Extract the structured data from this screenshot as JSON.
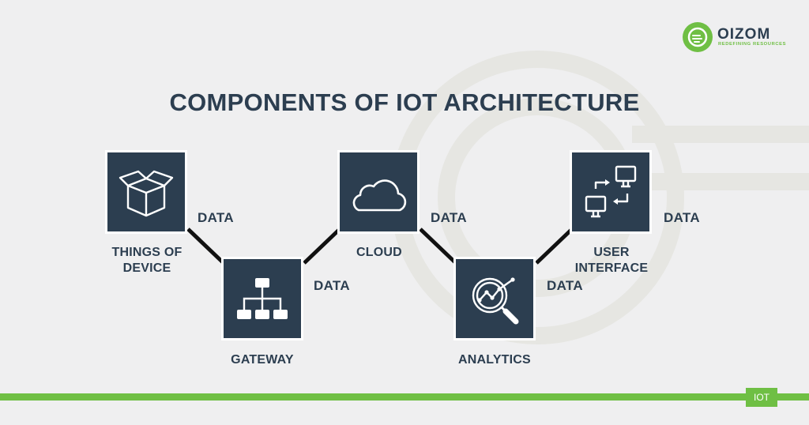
{
  "logo": {
    "name": "OIZOM",
    "tagline": "REDEFINING RESOURCES"
  },
  "title": "COMPONENTS OF IOT ARCHITECTURE",
  "components": [
    {
      "label_lines": [
        "THINGS OF",
        "DEVICE"
      ],
      "icon": "box-icon"
    },
    {
      "label_lines": [
        "GATEWAY"
      ],
      "icon": "hierarchy-icon"
    },
    {
      "label_lines": [
        "CLOUD"
      ],
      "icon": "cloud-icon"
    },
    {
      "label_lines": [
        "ANALYTICS"
      ],
      "icon": "analytics-magnifier-icon"
    },
    {
      "label_lines": [
        "USER",
        "INTERFACE"
      ],
      "icon": "monitors-exchange-icon"
    }
  ],
  "data_labels": [
    "DATA",
    "DATA",
    "DATA",
    "DATA",
    "DATA"
  ],
  "footer_tag": "IOT",
  "colors": {
    "box": "#2c3e50",
    "text": "#2c3e50",
    "accent": "#6fbf44",
    "background": "#efeff0"
  }
}
